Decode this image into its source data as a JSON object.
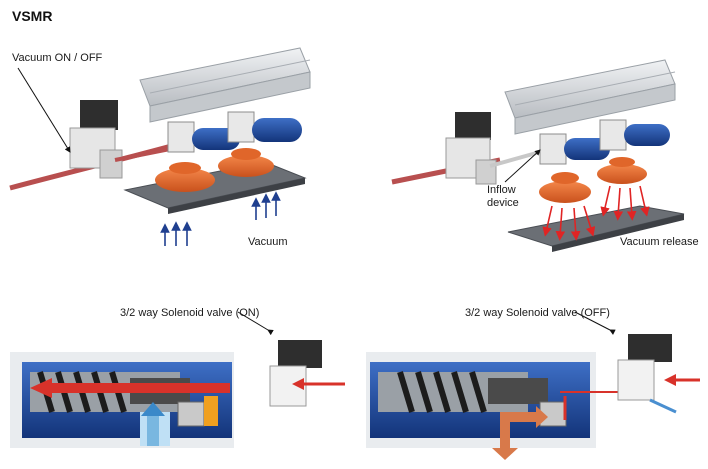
{
  "title": "VSMR",
  "top_left": {
    "switch_label": "Vacuum ON / OFF",
    "vacuum_label": "Vacuum"
  },
  "top_right": {
    "inflow_label": "Inflow\ndevice",
    "release_label": "Vacuum release"
  },
  "bottom_left": {
    "valve_label": "3/2 way Solenoid valve (ON)"
  },
  "bottom_right": {
    "valve_label": "3/2 way Solenoid valve (OFF)"
  },
  "colors": {
    "hose": "#b84f4f",
    "suction_cup": "#e0662a",
    "vacuum_arrow": "#1f3f8f",
    "release_arrow": "#e02424",
    "valve_body": "#1d4fa8",
    "rail": "#d9dce0"
  }
}
